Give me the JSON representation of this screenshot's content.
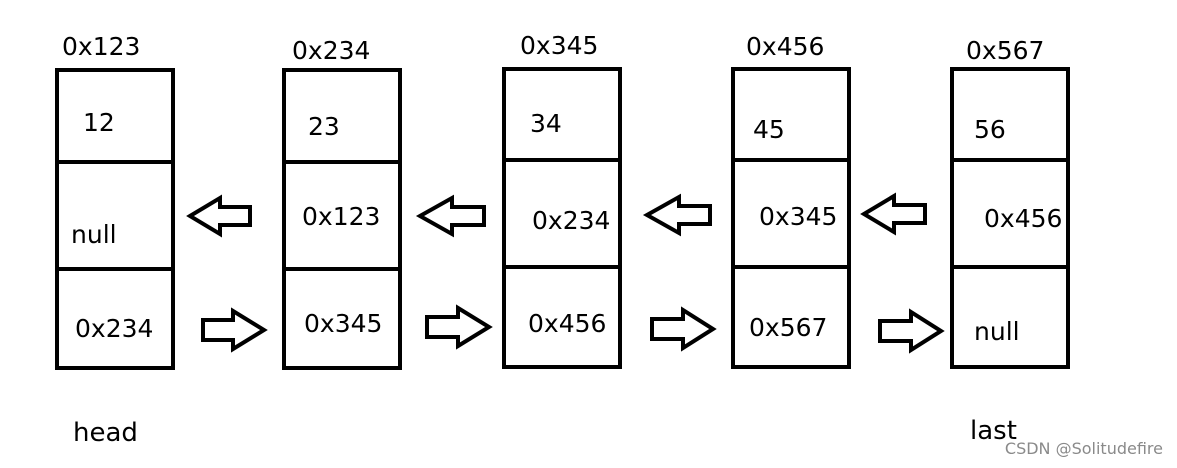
{
  "nodes": [
    {
      "address": "0x123",
      "data": "12",
      "prev": "null",
      "next": "0x234"
    },
    {
      "address": "0x234",
      "data": "23",
      "prev": "0x123",
      "next": "0x345"
    },
    {
      "address": "0x345",
      "data": "34",
      "prev": "0x234",
      "next": "0x456"
    },
    {
      "address": "0x456",
      "data": "45",
      "prev": "0x345",
      "next": "0x567"
    },
    {
      "address": "0x567",
      "data": "56",
      "prev": "0x456",
      "next": "null"
    }
  ],
  "labels": {
    "head": "head",
    "last": "last"
  },
  "watermark": "CSDN @Solitudefire",
  "icons": {
    "left_arrow": "left-outline-arrow-icon",
    "right_arrow": "right-outline-arrow-icon"
  },
  "colors": {
    "stroke": "#000000",
    "watermark": "#8a8a8a"
  }
}
